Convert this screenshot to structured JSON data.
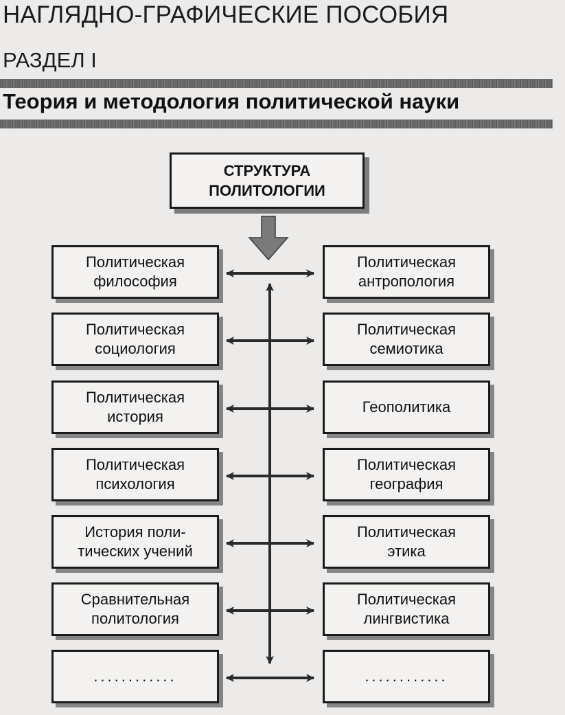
{
  "header": {
    "book_part": "НАГЛЯДНО-ГРАФИЧЕСКИЕ ПОСОБИЯ",
    "section": "РАЗДЕЛ I",
    "title": "Теория и  методология политической науки"
  },
  "diagram": {
    "root": {
      "line1": "СТРУКТУРА",
      "line2": "ПОЛИТОЛОГИИ"
    },
    "rows": [
      {
        "left": [
          "Политическая",
          "философия"
        ],
        "right": [
          "Политическая",
          "антропология"
        ]
      },
      {
        "left": [
          "Политическая",
          "социология"
        ],
        "right": [
          "Политическая",
          "семиотика"
        ]
      },
      {
        "left": [
          "Политическая",
          "история"
        ],
        "right": [
          "Геополитика"
        ]
      },
      {
        "left": [
          "Политическая",
          "психология"
        ],
        "right": [
          "Политическая",
          "география"
        ]
      },
      {
        "left": [
          "История поли-",
          "тических учений"
        ],
        "right": [
          "Политическая",
          "этика"
        ]
      },
      {
        "left": [
          "Сравнительная",
          "политология"
        ],
        "right": [
          "Политическая",
          "лингвистика"
        ]
      },
      {
        "left": [
          "............"
        ],
        "right": [
          "............"
        ]
      }
    ],
    "colors": {
      "line": "#2a2a2a",
      "rule": "#5b5b5b",
      "shadow": "#858585",
      "arrow_fill": "#7a7a7a"
    }
  }
}
